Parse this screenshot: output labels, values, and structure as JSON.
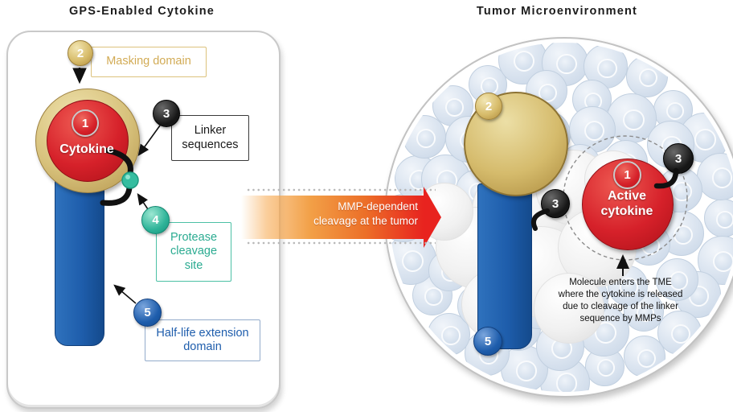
{
  "titles": {
    "left": "GPS-Enabled Cytokine",
    "right": "Tumor Microenvironment"
  },
  "left_panel": {
    "cytokine": {
      "number": "1",
      "label": "Cytokine"
    },
    "masking": {
      "number": "2",
      "label": "Masking domain"
    },
    "linker": {
      "number": "3",
      "lines": [
        "Linker",
        "sequences"
      ]
    },
    "protease": {
      "number": "4",
      "lines": [
        "Protease",
        "cleavage",
        "site"
      ]
    },
    "halflife": {
      "number": "5",
      "lines": [
        "Half-life extension",
        "domain"
      ]
    }
  },
  "transition_arrow": {
    "lines": [
      "MMP-dependent",
      "cleavage at the tumor"
    ]
  },
  "right_panel": {
    "active_cytokine": {
      "number": "1",
      "lines": [
        "Active",
        "cytokine"
      ]
    },
    "masking_number": "2",
    "linker_number_left": "3",
    "linker_number_right": "3",
    "halflife_number": "5",
    "caption_lines": [
      "Molecule enters the TME",
      "where the cytokine is released",
      "due to cleavage of the linker",
      "sequence by MMPs"
    ]
  },
  "colors": {
    "gold": "#d5bb6c",
    "red": "#d6212a",
    "teal": "#2eb398",
    "blue": "#1e5dac",
    "black": "#161616",
    "arrow_red": "#e8231f",
    "arrow_orange": "#f2a047",
    "cell_fill": "#dde6f1",
    "panel_border": "#c9c9c9",
    "dashed_gray": "#8c8c8c"
  }
}
